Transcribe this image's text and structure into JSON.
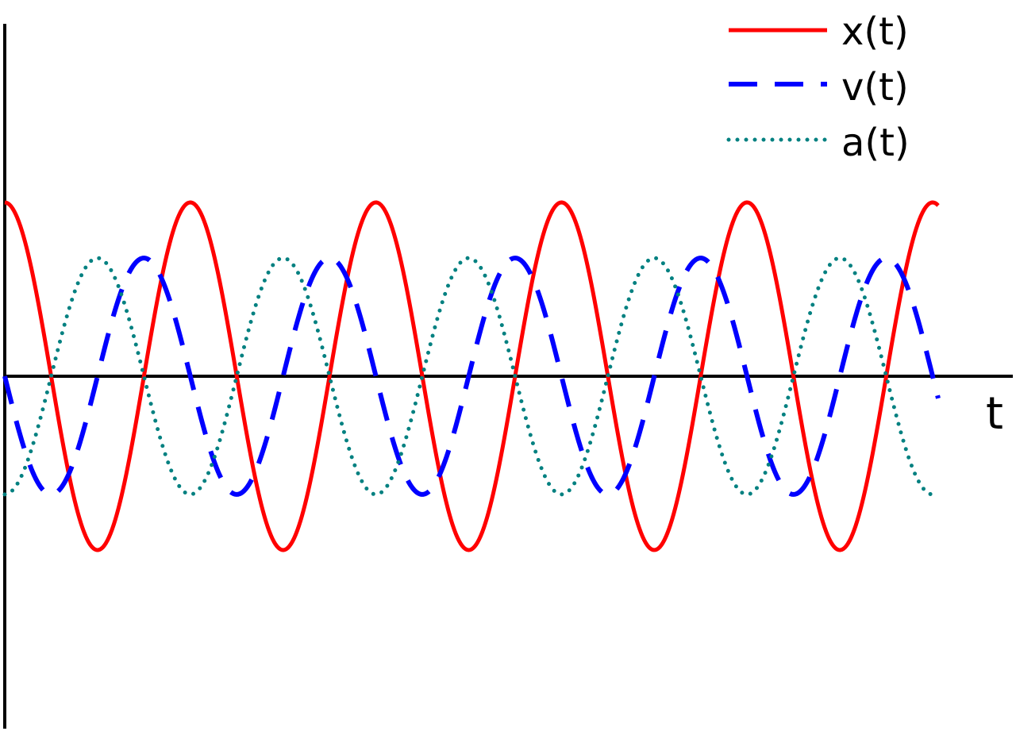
{
  "chart_data": {
    "type": "line",
    "xlabel": "t",
    "ylabel": "",
    "xlim": [
      0,
      5.03
    ],
    "ylim": [
      -2,
      2
    ],
    "grid": false,
    "legend_position": "top-right",
    "samples": 600,
    "series": [
      {
        "name": "x(t)",
        "expression": "cos(2*pi*t)",
        "amplitude": 1.0,
        "phase": "cos",
        "style": "solid",
        "color": "#ff0000"
      },
      {
        "name": "v(t)",
        "expression": "-sin(2*pi*t)",
        "amplitude": 0.68,
        "phase": "neg-sin",
        "style": "dashed",
        "color": "#0000ff"
      },
      {
        "name": "a(t)",
        "expression": "-cos(2*pi*t)",
        "amplitude": 0.68,
        "phase": "neg-cos",
        "style": "dotted",
        "color": "#008080"
      }
    ]
  }
}
